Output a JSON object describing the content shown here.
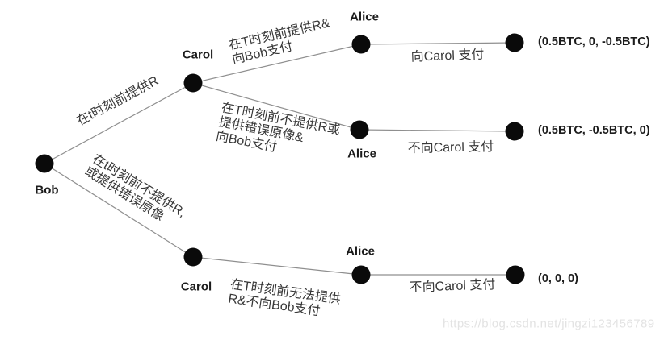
{
  "diagram": {
    "kind": "extensive-form-game-tree",
    "colors": {
      "background": "#ffffff",
      "node": "#0a0a0a",
      "edge_line": "#8f8f8f",
      "label_text": "#383838",
      "name_text": "#1c1c1c",
      "watermark_text": "#e3e3e3"
    },
    "nodes": {
      "bob": "Bob",
      "carol_top": "Carol",
      "carol_bottom": "Carol",
      "alice_top": "Alice",
      "alice_mid": "Alice",
      "alice_bottom": "Alice"
    },
    "edge_labels": {
      "bob_to_carol_top": "在t时刻前提供R",
      "bob_to_carol_bottom": "在t时刻前不提供R,\n或提供错误原像",
      "carol_top_to_alice_top": "在T时刻前提供R&\n向Bob支付",
      "carol_top_to_alice_mid": "在T时刻前不提供R或\n提供错误原像&\n向Bob支付",
      "carol_bottom_to_alice_bottom": "在T时刻前无法提供\nR&不向Bob支付",
      "alice_top_to_leaf": "向Carol 支付",
      "alice_mid_to_leaf": "不向Carol 支付",
      "alice_bottom_to_leaf": "不向Carol 支付"
    },
    "payoffs": [
      "(0.5BTC, 0, -0.5BTC)",
      "(0.5BTC, -0.5BTC, 0)",
      "(0, 0, 0)"
    ],
    "watermark": "https://blog.csdn.net/jingzi123456789"
  }
}
